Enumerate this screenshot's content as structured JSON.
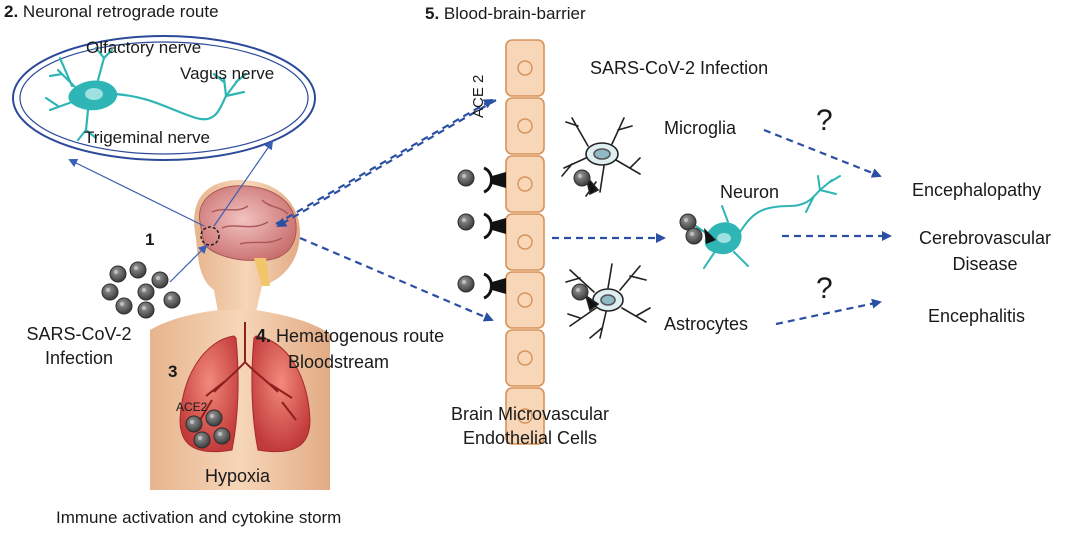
{
  "labels": {
    "route2_num": "2.",
    "route2_text": "Neuronal retrograde route",
    "olfactory": "Olfactory nerve",
    "vagus": "Vagus nerve",
    "trigeminal": "Trigeminal nerve",
    "route1_num": "1",
    "sars_left_1": "SARS-CoV-2",
    "sars_left_2": "Infection",
    "route3_num": "3",
    "route4_num": "4.",
    "route4_text": "Hematogenous route",
    "bloodstream": "Bloodstream",
    "ace2_lung": "ACE2",
    "hypoxia": "Hypoxia",
    "immune": "Immune activation and cytokine storm",
    "route5_num": "5.",
    "route5_text": "Blood-brain-barrier",
    "ace2_bbb": "ACE 2",
    "bmec_1": "Brain Microvascular",
    "bmec_2": "Endothelial Cells",
    "sars_right": "SARS-CoV-2 Infection",
    "microglia": "Microglia",
    "neuron": "Neuron",
    "astrocytes": "Astrocytes",
    "question_1": "?",
    "question_2": "?",
    "encephalopathy": "Encephalopathy",
    "cerebro_1": "Cerebrovascular",
    "cerebro_2": "Disease",
    "encephalitis": "Encephalitis"
  },
  "colors": {
    "arrow_blue": "#2b4fa3",
    "neuron_teal": "#2fb5b5",
    "cell_fill": "#f7d7b8",
    "cell_stroke": "#d7925a",
    "virus_gray": "#5a5a5a",
    "skin": "#f1c9a5",
    "lung_red": "#d9504f",
    "brain_pink": "#e8a0a0"
  },
  "icons": [
    "neuron-icon",
    "microglia-icon",
    "astrocyte-icon",
    "brain-icon",
    "lungs-icon",
    "virus-icon",
    "ace2-receptor-icon"
  ]
}
